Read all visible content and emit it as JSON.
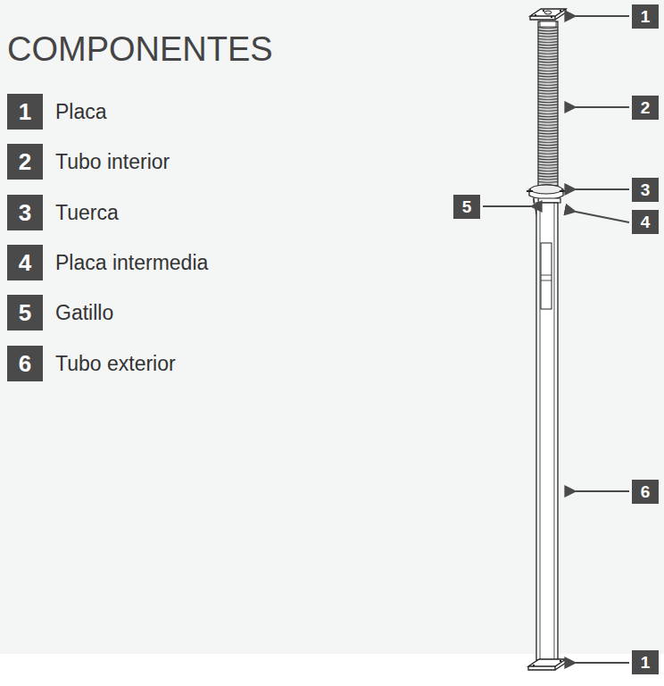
{
  "diagram": {
    "title": "COMPONENTES",
    "nodes": [
      {
        "text": [
          "1",
          "Placa"
        ]
      },
      {
        "text": [
          "2",
          "Tubo interior"
        ]
      },
      {
        "text": [
          "3",
          "Tuerca"
        ]
      },
      {
        "text": [
          "4",
          "Placa intermedia"
        ]
      },
      {
        "text": [
          "5",
          "Gatillo"
        ]
      },
      {
        "text": [
          "6",
          "Tubo exterior"
        ]
      },
      {
        "text": [
          "1"
        ]
      },
      {
        "text": [
          "2"
        ]
      },
      {
        "text": [
          "3"
        ]
      },
      {
        "text": [
          "5"
        ]
      },
      {
        "text": [
          "4"
        ]
      },
      {
        "text": [
          "6"
        ]
      },
      {
        "text": [
          "1"
        ]
      }
    ]
  }
}
